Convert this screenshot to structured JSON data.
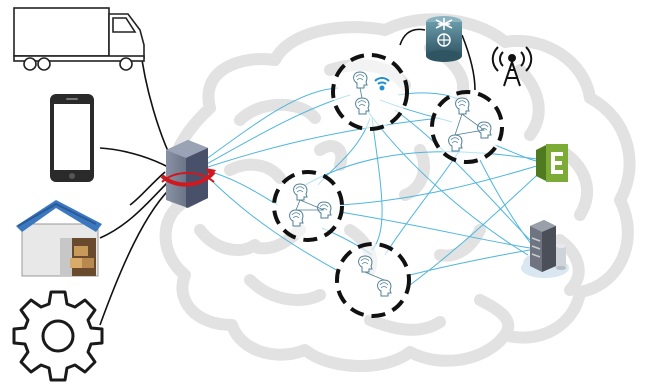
{
  "colors": {
    "background": "#ffffff",
    "brain_outline": "#e2e2e2",
    "network_links": "#4fb6dd",
    "wire": "#111111",
    "cluster_ring": "#111111",
    "head_icon": "#4e7f95",
    "wifi": "#1f8fd0",
    "router": "#3f6c7d",
    "gateway_server": "#5a6478",
    "gateway_band": "#d0181e",
    "queue_service": "#6f9b2e",
    "warehouse_roof": "#3b78c0"
  },
  "icons": {
    "devices": [
      "truck-icon",
      "smartphone-icon",
      "warehouse-icon",
      "gear-icon"
    ],
    "gateway": "server-gateway-icon",
    "router": "router-icon",
    "antenna": "cell-tower-icon",
    "queue": "queue-service-icon",
    "cloud_server": "cloud-server-icon",
    "wifi": "wifi-icon",
    "agent": "agent-head-icon"
  },
  "clusters": [
    {
      "id": "cluster-top",
      "agents": 2,
      "wifi": true
    },
    {
      "id": "cluster-right",
      "agents": 3,
      "wifi": false
    },
    {
      "id": "cluster-left",
      "agents": 3,
      "wifi": false
    },
    {
      "id": "cluster-bottom",
      "agents": 2,
      "wifi": false
    }
  ]
}
